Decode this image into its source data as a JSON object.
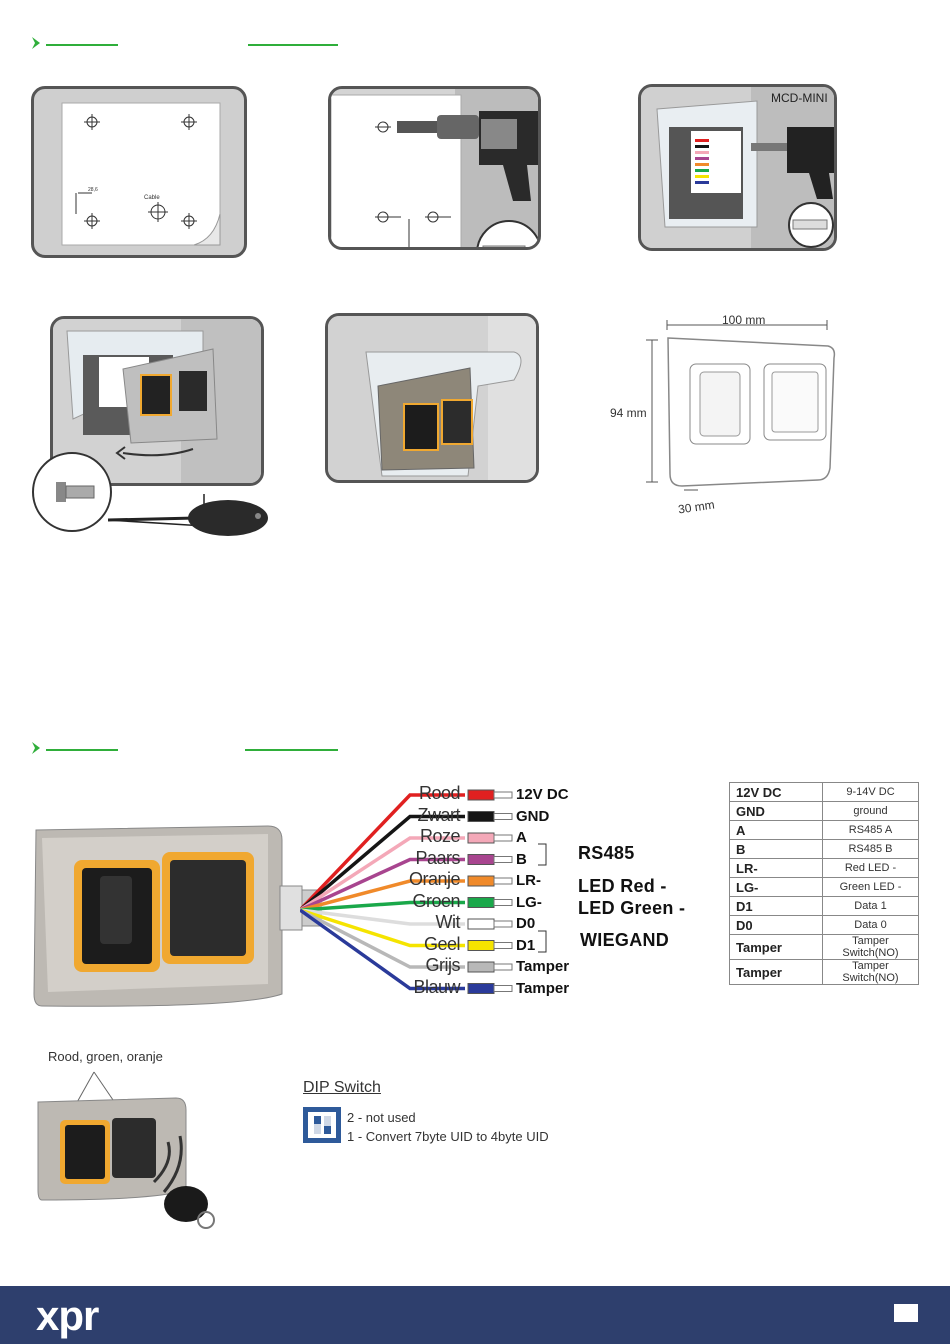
{
  "install_panels": {
    "panel1": {
      "cable_label": "Cable",
      "dim_label": "28,6"
    },
    "panel3": {
      "model_label": "MCD-MINI"
    },
    "panel6": {
      "width_label": "100 mm",
      "height_label": "94 mm",
      "depth_label": "30 mm"
    }
  },
  "wiring": {
    "wires": [
      {
        "name": "Rood",
        "terminal": "12V DC",
        "color": "#e02020"
      },
      {
        "name": "Zwart",
        "terminal": "GND",
        "color": "#151515"
      },
      {
        "name": "Roze",
        "terminal": "A",
        "color": "#f4a8b8"
      },
      {
        "name": "Paars",
        "terminal": "B",
        "color": "#a8458f"
      },
      {
        "name": "Oranje",
        "terminal": "LR-",
        "color": "#f08a2a"
      },
      {
        "name": "Groen",
        "terminal": "LG-",
        "color": "#1aa84a"
      },
      {
        "name": "Wit",
        "terminal": "D0",
        "color": "#ffffff"
      },
      {
        "name": "Geel",
        "terminal": "D1",
        "color": "#f5e400"
      },
      {
        "name": "Grijs",
        "terminal": "Tamper",
        "color": "#b8b8b8"
      },
      {
        "name": "Blauw",
        "terminal": "Tamper",
        "color": "#2a3a9a"
      }
    ],
    "groups": {
      "rs485": "RS485",
      "led_red": "LED Red -",
      "led_green": "LED Green -",
      "wiegand": "WIEGAND"
    }
  },
  "spec_table": [
    {
      "key": "12V DC",
      "value": "9-14V DC"
    },
    {
      "key": "GND",
      "value": "ground"
    },
    {
      "key": "A",
      "value": "RS485 A"
    },
    {
      "key": "B",
      "value": "RS485 B"
    },
    {
      "key": "LR-",
      "value": "Red LED -"
    },
    {
      "key": "LG-",
      "value": "Green LED -"
    },
    {
      "key": "D1",
      "value": "Data 1"
    },
    {
      "key": "D0",
      "value": "Data 0"
    },
    {
      "key": "Tamper",
      "value": "Tamper Switch(NO)"
    },
    {
      "key": "Tamper",
      "value": "Tamper Switch(NO)"
    }
  ],
  "led_section": {
    "label": "Rood, groen, oranje"
  },
  "dip_switch": {
    "title": "DIP Switch",
    "item2": "2 - not used",
    "item1": "1 - Convert 7byte UID to 4byte UID"
  },
  "footer": {
    "logo": "xpr"
  },
  "colors": {
    "accent_green": "#2fae3a",
    "footer_blue": "#2e3f6d",
    "led_orange": "#f0a830"
  }
}
